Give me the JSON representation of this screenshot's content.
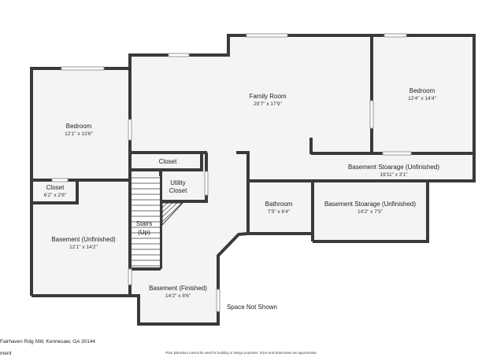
{
  "rooms": {
    "family_room": {
      "name": "Family Room",
      "dims": "29'7\" x 17'9\""
    },
    "bedroom_right": {
      "name": "Bedroom",
      "dims": "12'4\" x 14'4\""
    },
    "bedroom_left": {
      "name": "Bedroom",
      "dims": "12'1\" x 13'6\""
    },
    "closet_left": {
      "name": "Closet",
      "dims": "6'2\" x 2'8\""
    },
    "closet_center": {
      "name": "Closet"
    },
    "utility_closet": {
      "name_line1": "Utility",
      "name_line2": "Closet"
    },
    "stairs": {
      "name_line1": "Stairs",
      "name_line2": "(Up)"
    },
    "basement_unfinished": {
      "name": "Basement (Unfinished)",
      "dims": "12'1\" x 14'2\""
    },
    "basement_finished": {
      "name": "Basement (Finished)",
      "dims": "14'2\" x 8'6\""
    },
    "bathroom": {
      "name": "Bathroom",
      "dims": "7'5\" x 6'4\""
    },
    "storage_upper": {
      "name": "Basement Stoarage (Unfinished)",
      "dims": "19'11\" x 3'1\""
    },
    "storage_lower": {
      "name": "Basement Stoarage (Unfinished)",
      "dims": "14'2\" x 7'5\""
    },
    "space_not_shown": {
      "name": "Space Not Shown"
    }
  },
  "footer": {
    "address": "Fairhaven Rdg NW, Kennesaw, GA 30144",
    "label": "ment",
    "disclaimer": "Floor plans/tour cannot be used for building or design purposes. Sizes and dimensions are approximate."
  },
  "colors": {
    "wall": "#3a3a3a",
    "floor": "#f4f4f4",
    "window": "#cfcfcf"
  }
}
